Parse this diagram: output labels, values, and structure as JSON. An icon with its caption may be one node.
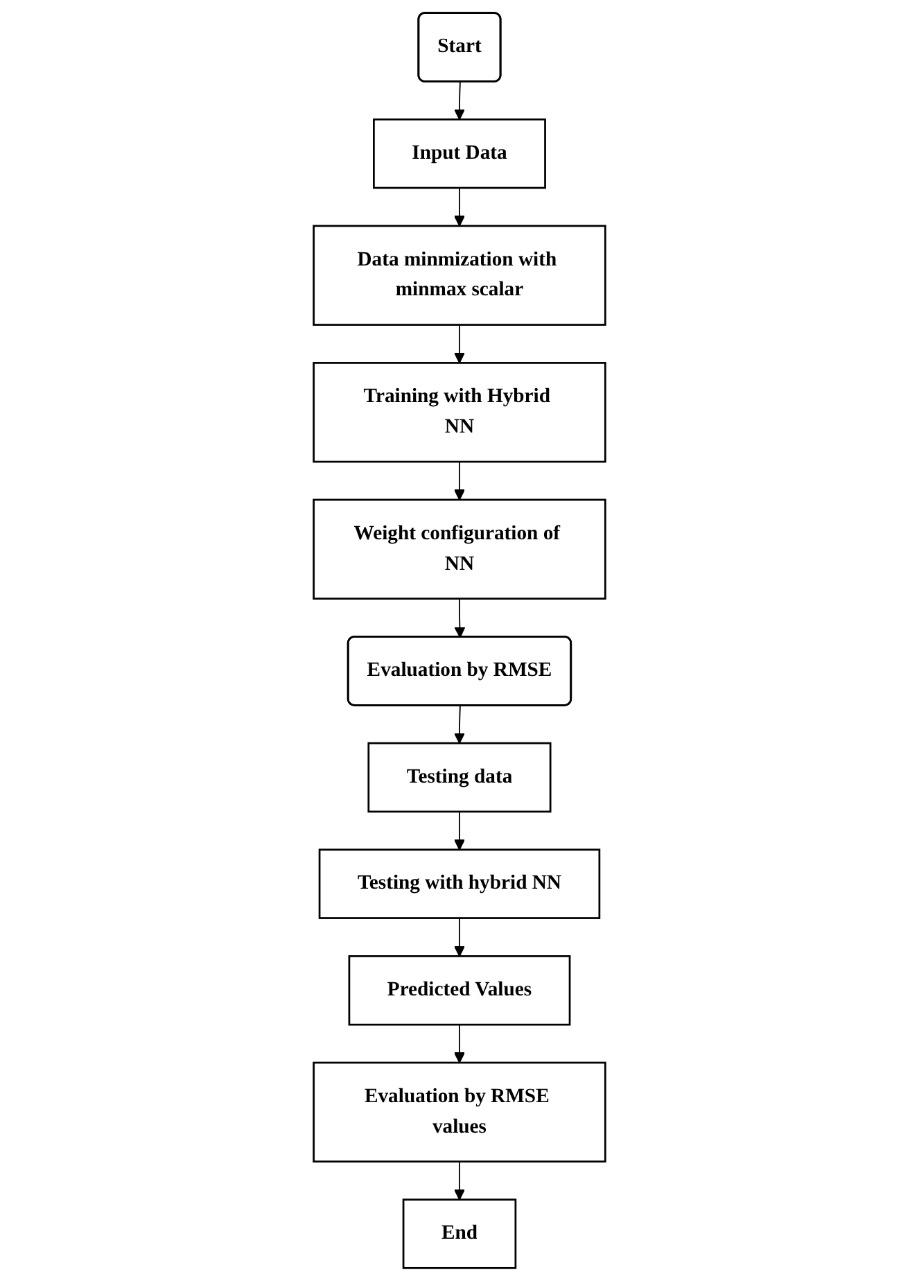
{
  "diagram": {
    "nodes": [
      {
        "text": [
          "Start"
        ]
      },
      {
        "text": [
          "Input Data"
        ]
      },
      {
        "text": [
          "Data minmization with minmax scalar"
        ]
      },
      {
        "text": [
          "Training with Hybrid NN"
        ]
      },
      {
        "text": [
          "Weight configuration of NN"
        ]
      },
      {
        "text": [
          "Evaluation by RMSE"
        ]
      },
      {
        "text": [
          "Testing data"
        ]
      },
      {
        "text": [
          "Testing with hybrid NN"
        ]
      },
      {
        "text": [
          "Predicted Values"
        ]
      },
      {
        "text": [
          "Evaluation by RMSE values"
        ]
      },
      {
        "text": [
          "End"
        ]
      }
    ],
    "edges": [
      {
        "from": 0,
        "to": 1,
        "arrow": "to"
      },
      {
        "from": 1,
        "to": 2,
        "arrow": "to"
      },
      {
        "from": 2,
        "to": 3,
        "arrow": "to"
      },
      {
        "from": 3,
        "to": 4,
        "arrow": "to"
      },
      {
        "from": 4,
        "to": 5,
        "arrow": "to"
      },
      {
        "from": 5,
        "to": 6,
        "arrow": "to"
      },
      {
        "from": 6,
        "to": 7,
        "arrow": "to"
      },
      {
        "from": 7,
        "to": 8,
        "arrow": "to"
      },
      {
        "from": 8,
        "to": 9,
        "arrow": "to"
      },
      {
        "from": 9,
        "to": 10,
        "arrow": "to"
      }
    ]
  }
}
